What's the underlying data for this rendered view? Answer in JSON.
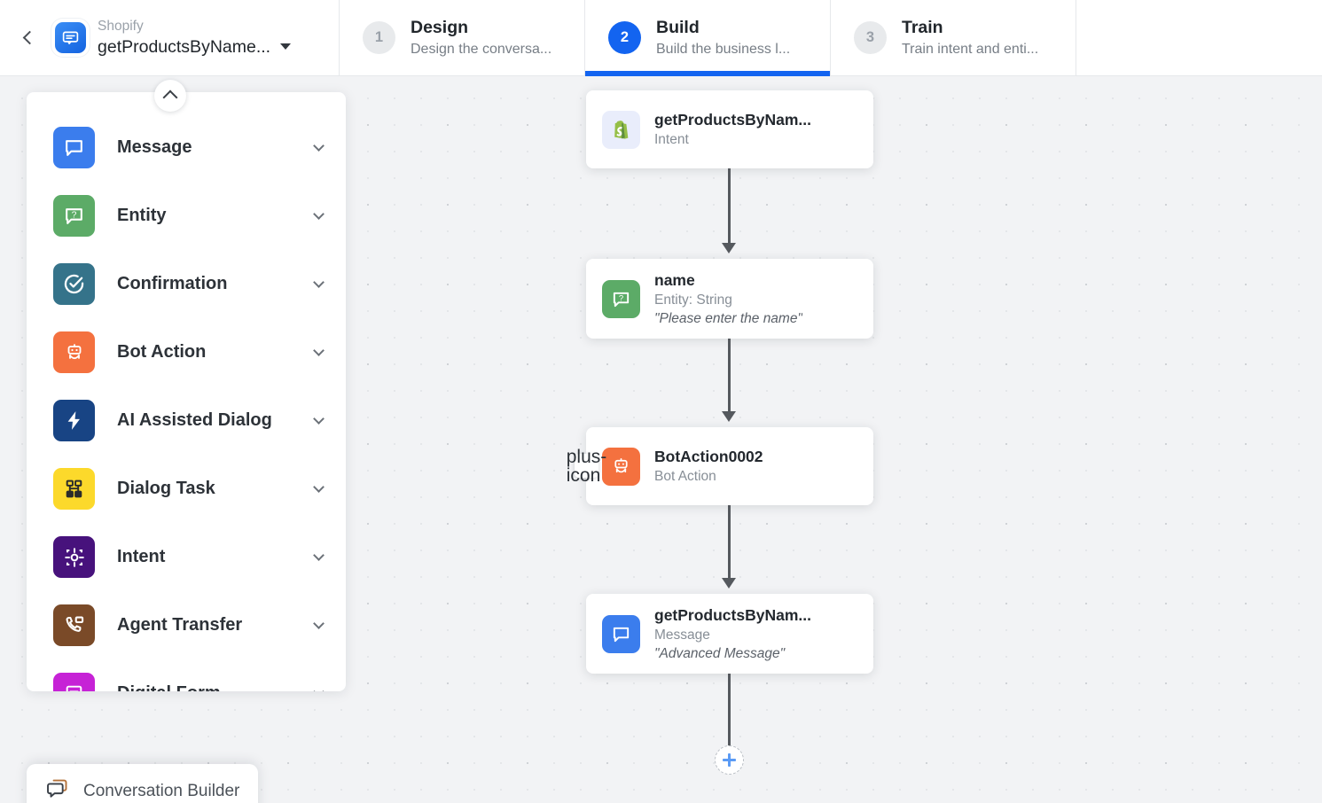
{
  "header": {
    "back_icon": "chevron-left-icon",
    "brand": {
      "logo_icon": "chat-app-logo-icon",
      "subtitle": "Shopify",
      "title": "getProductsByName...",
      "dropdown_icon": "caret-down-icon"
    },
    "steps": [
      {
        "num": "1",
        "title": "Design",
        "desc": "Design the conversa...",
        "active": false
      },
      {
        "num": "2",
        "title": "Build",
        "desc": "Build the business l...",
        "active": true
      },
      {
        "num": "3",
        "title": "Train",
        "desc": "Train intent and enti...",
        "active": false
      }
    ],
    "active_color": "#1364f0"
  },
  "palette": {
    "collapse_icon": "chevron-up-icon",
    "items": [
      {
        "label": "Message",
        "icon": "message-bubble-icon",
        "color": "#3b7ded"
      },
      {
        "label": "Entity",
        "icon": "entity-question-icon",
        "color": "#5cab67"
      },
      {
        "label": "Confirmation",
        "icon": "check-circle-icon",
        "color": "#35738a"
      },
      {
        "label": "Bot Action",
        "icon": "robot-icon",
        "color": "#f4713f"
      },
      {
        "label": "AI Assisted Dialog",
        "icon": "lightning-bolt-icon",
        "color": "#184484"
      },
      {
        "label": "Dialog Task",
        "icon": "node-tree-icon",
        "color": "#fcd92b"
      },
      {
        "label": "Intent",
        "icon": "target-crosshair-icon",
        "color": "#47127c"
      },
      {
        "label": "Agent Transfer",
        "icon": "phone-chat-icon",
        "color": "#7a4a28"
      },
      {
        "label": "Digital Form",
        "icon": "form-document-icon",
        "color": "#c622d6"
      }
    ]
  },
  "flow": {
    "nodes": [
      {
        "title": "getProductsByNam...",
        "subtitle": "Intent",
        "quote": "",
        "icon": "shopify-bag-icon",
        "color": "#e9edfb"
      },
      {
        "title": "name",
        "subtitle": "Entity: String",
        "quote": "\"Please enter the name\"",
        "icon": "entity-question-icon",
        "color": "#5cab67"
      },
      {
        "title": "BotAction0002",
        "subtitle": "Bot Action",
        "quote": "",
        "icon": "robot-icon",
        "color": "#f4713f"
      },
      {
        "title": "getProductsByNam...",
        "subtitle": "Message",
        "quote": "\"Advanced Message\"",
        "icon": "message-bubble-icon",
        "color": "#3b7ded"
      }
    ],
    "add_step_icon": "plus-circle-icon",
    "insert_icon": "plus-icon",
    "edge_color": "#55595e"
  },
  "footer": {
    "conversation_builder": {
      "label": "Conversation Builder",
      "icon": "conversation-bubbles-icon"
    }
  }
}
